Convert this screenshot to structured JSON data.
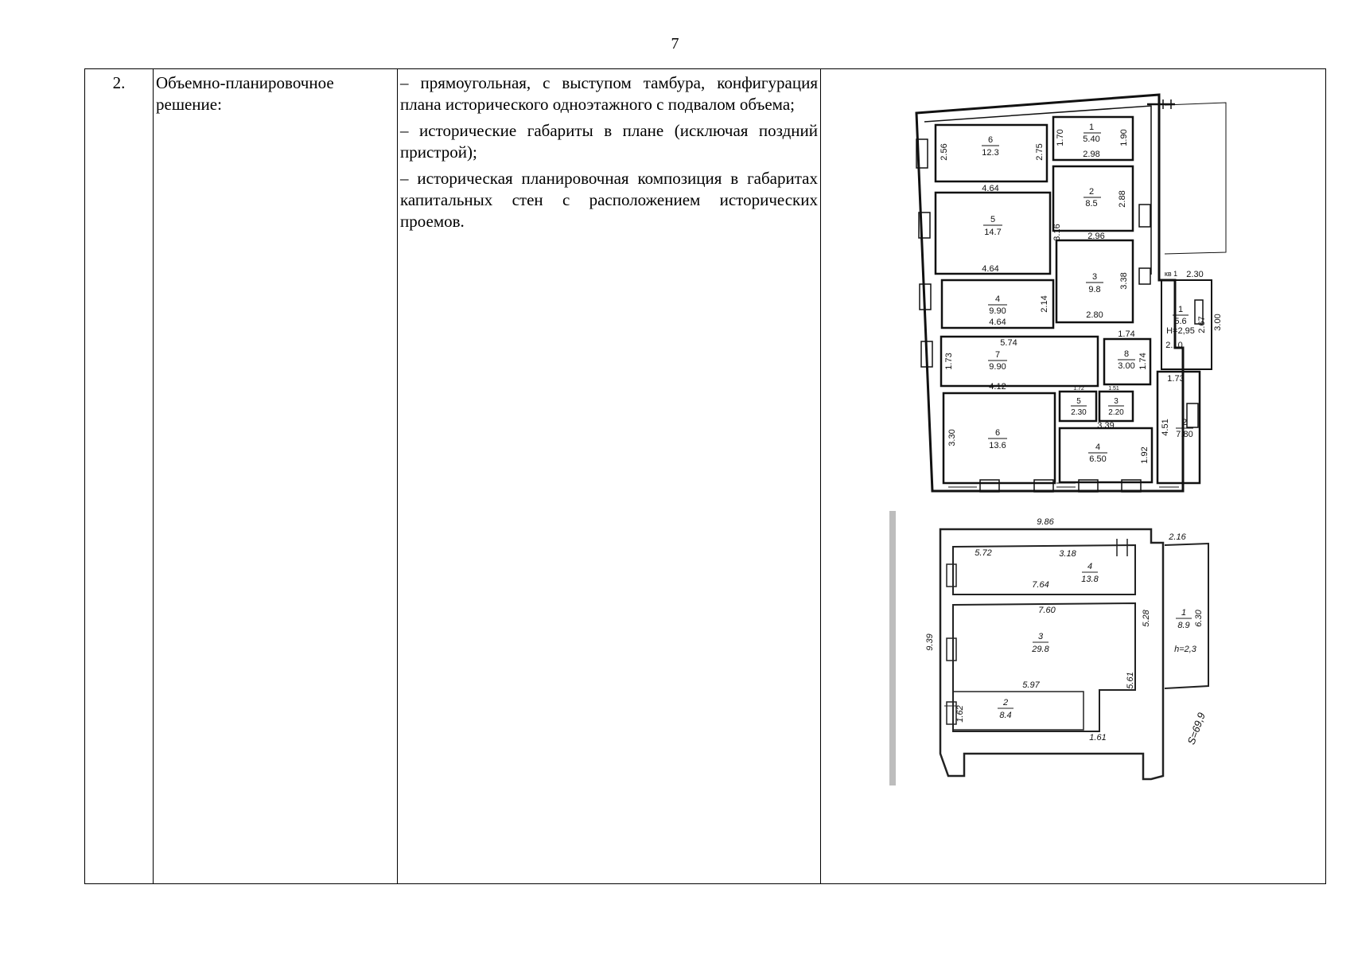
{
  "page": {
    "number": "7"
  },
  "row": {
    "number": "2.",
    "name": "Объемно-планировочное решение:",
    "items": [
      "– прямоугольная, с выступом тамбура, конфигурация плана исторического одноэтажного с подвалом объема;",
      "– исторические габариты в плане (исключая поздний пристрой);",
      "– историческая планировочная композиция в габаритах капитальных стен с расположением исторических проемов."
    ]
  },
  "upper_plan": {
    "rooms": [
      {
        "no": "6",
        "area": "12.3"
      },
      {
        "no": "1",
        "area": "5.40"
      },
      {
        "no": "2",
        "area": "8.5"
      },
      {
        "no": "5",
        "area": "14.7"
      },
      {
        "no": "3",
        "area": "9.8"
      },
      {
        "no": "4",
        "area": "9.90"
      },
      {
        "no": "7",
        "area": "9.90"
      },
      {
        "no": "8",
        "area": "3.00"
      },
      {
        "no": "5",
        "area": "2.30"
      },
      {
        "no": "3",
        "area": "2.20"
      },
      {
        "no": "6",
        "area": "13.6"
      },
      {
        "no": "4",
        "area": "6.50"
      },
      {
        "no": "2",
        "area": "7.80"
      },
      {
        "no": "1",
        "area": "5.6"
      }
    ],
    "dims": [
      "2.56",
      "2.75",
      "1.70",
      "1.90",
      "2.98",
      "4.64",
      "2.88",
      "3.16",
      "2.96",
      "4.64",
      "3.38",
      "2.14",
      "2.80",
      "4.64",
      "5.74",
      "1.74",
      "1.73",
      "1.74",
      "4.12",
      "1.72",
      "1.51",
      "3.39",
      "3.30",
      "1.92",
      "4.51",
      "2.30",
      "2.67",
      "3.00",
      "2.10",
      "1.73"
    ],
    "labels": {
      "apt": "кв 1",
      "height": "Н=2,95"
    }
  },
  "lower_plan": {
    "dims": [
      "9.86",
      "2.16",
      "5.72",
      "3.18",
      "7.64",
      "7.60",
      "5.97",
      "9.39",
      "5.28",
      "6.30",
      "5.61",
      "1.62",
      "1.61"
    ],
    "rooms": [
      {
        "no": "4",
        "area": "13.8"
      },
      {
        "no": "3",
        "area": "29.8"
      },
      {
        "no": "2",
        "area": "8.4"
      },
      {
        "no": "1",
        "area": "8.9"
      }
    ],
    "labels": {
      "height": "h=2,3",
      "total": "S=69,9"
    }
  }
}
